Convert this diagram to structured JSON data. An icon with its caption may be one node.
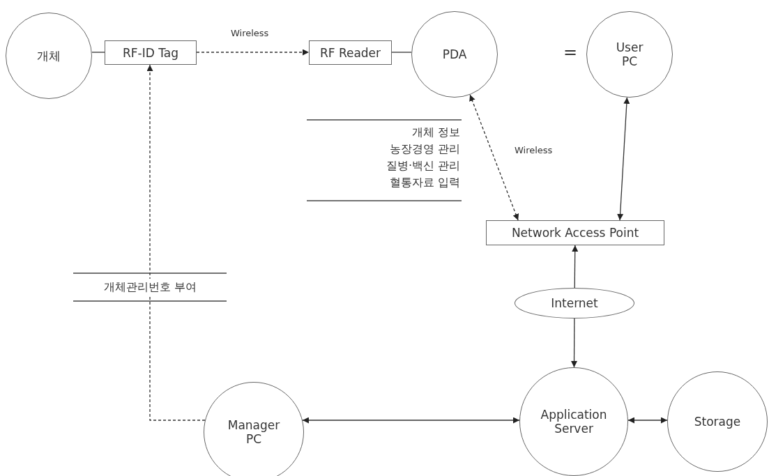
{
  "diagram": {
    "nodes": [
      {
        "text": [
          "개체"
        ]
      },
      {
        "text": [
          "RF-ID Tag"
        ]
      },
      {
        "text": [
          "RF Reader"
        ]
      },
      {
        "text": [
          "PDA"
        ]
      },
      {
        "text": [
          "User PC"
        ]
      },
      {
        "text": [
          "Network Access Point"
        ]
      },
      {
        "text": [
          "Internet"
        ]
      },
      {
        "text": [
          "Manager PC"
        ]
      },
      {
        "text": [
          "Application Server"
        ]
      },
      {
        "text": [
          "Storage"
        ]
      }
    ],
    "edges": [
      {
        "from": 0,
        "to": 1,
        "arrow": "none"
      },
      {
        "from": 1,
        "to": 2,
        "arrow": "to",
        "style": "dashed",
        "label": "Wireless"
      },
      {
        "from": 2,
        "to": 3,
        "arrow": "none"
      },
      {
        "from": 3,
        "to": 5,
        "arrow": "both",
        "style": "dashed",
        "label": "Wireless"
      },
      {
        "from": 4,
        "to": 5,
        "arrow": "both"
      },
      {
        "from": 6,
        "to": 5,
        "arrow": "to"
      },
      {
        "from": 6,
        "to": 8,
        "arrow": "to"
      },
      {
        "from": 7,
        "to": 1,
        "arrow": "to",
        "style": "dashed",
        "label": "개체관리번호 부여"
      },
      {
        "from": 7,
        "to": 8,
        "arrow": "both"
      },
      {
        "from": 8,
        "to": 9,
        "arrow": "both"
      }
    ],
    "labels": [
      "=",
      "개체 정보",
      "농장경영 관리",
      "질병·백신 관리",
      "혈통자료 입력"
    ]
  }
}
